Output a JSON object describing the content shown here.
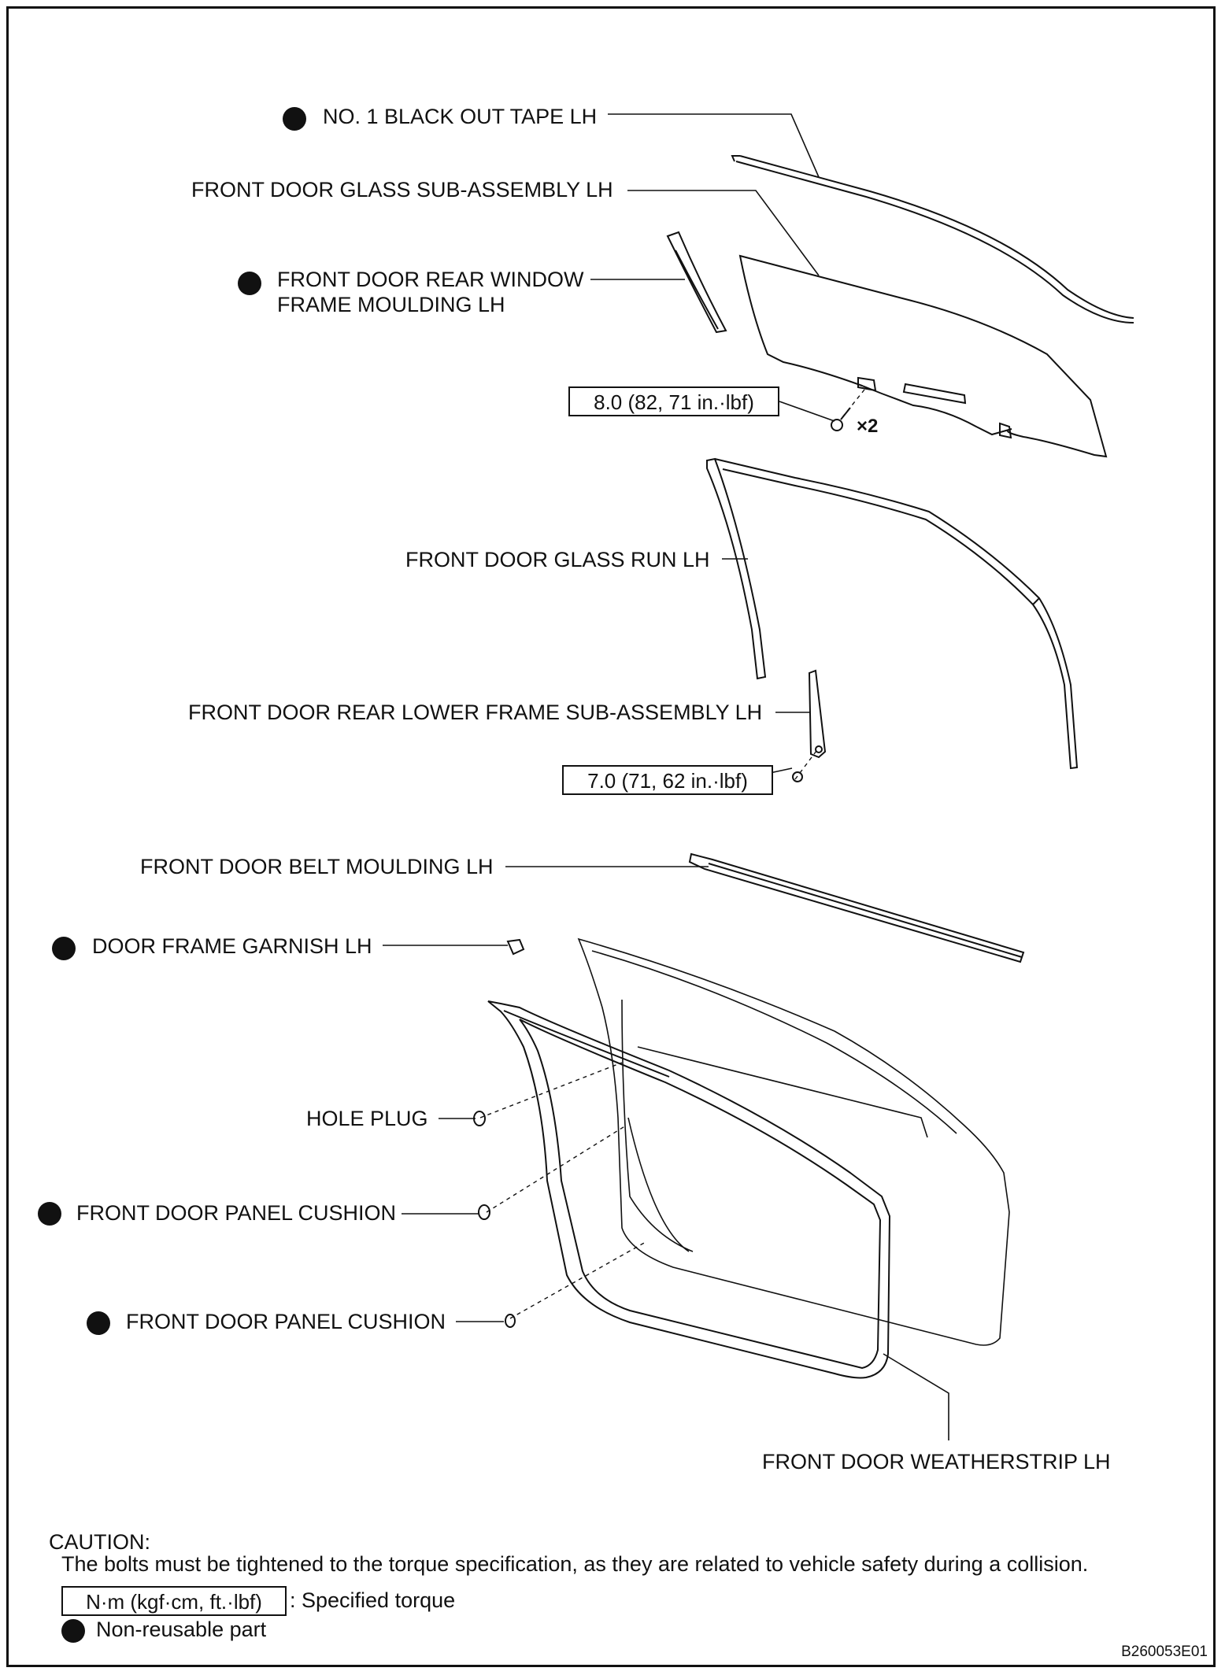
{
  "labels": {
    "black_out_tape": "NO. 1 BLACK OUT TAPE LH",
    "glass_sub_assembly": "FRONT DOOR GLASS SUB-ASSEMBLY LH",
    "rear_window_frame_line1": "FRONT DOOR REAR WINDOW",
    "rear_window_frame_line2": "FRAME MOULDING LH",
    "glass_run": "FRONT DOOR GLASS RUN LH",
    "rear_lower_frame": "FRONT DOOR REAR LOWER FRAME SUB-ASSEMBLY LH",
    "belt_moulding": "FRONT DOOR BELT MOULDING LH",
    "door_frame_garnish": "DOOR FRAME GARNISH LH",
    "hole_plug": "HOLE PLUG",
    "panel_cushion_1": "FRONT DOOR PANEL CUSHION",
    "panel_cushion_2": "FRONT DOOR PANEL CUSHION",
    "weatherstrip": "FRONT DOOR WEATHERSTRIP LH"
  },
  "torque": {
    "glass_bolts": "8.0 (82, 71 in.·lbf)",
    "glass_bolts_qty": "×2",
    "lower_frame_bolt": "7.0 (71, 62 in.·lbf)"
  },
  "caution": {
    "title": "CAUTION:",
    "text": "The bolts must be tightened to the torque specification, as they are related to vehicle safety during a collision."
  },
  "legend": {
    "torque_unit": "N·m (kgf·cm, ft.·lbf)",
    "torque_desc": ": Specified torque",
    "non_reusable": "Non-reusable part"
  },
  "figure_code": "B260053E01",
  "colors": {
    "ink": "#111111",
    "background": "#ffffff"
  }
}
